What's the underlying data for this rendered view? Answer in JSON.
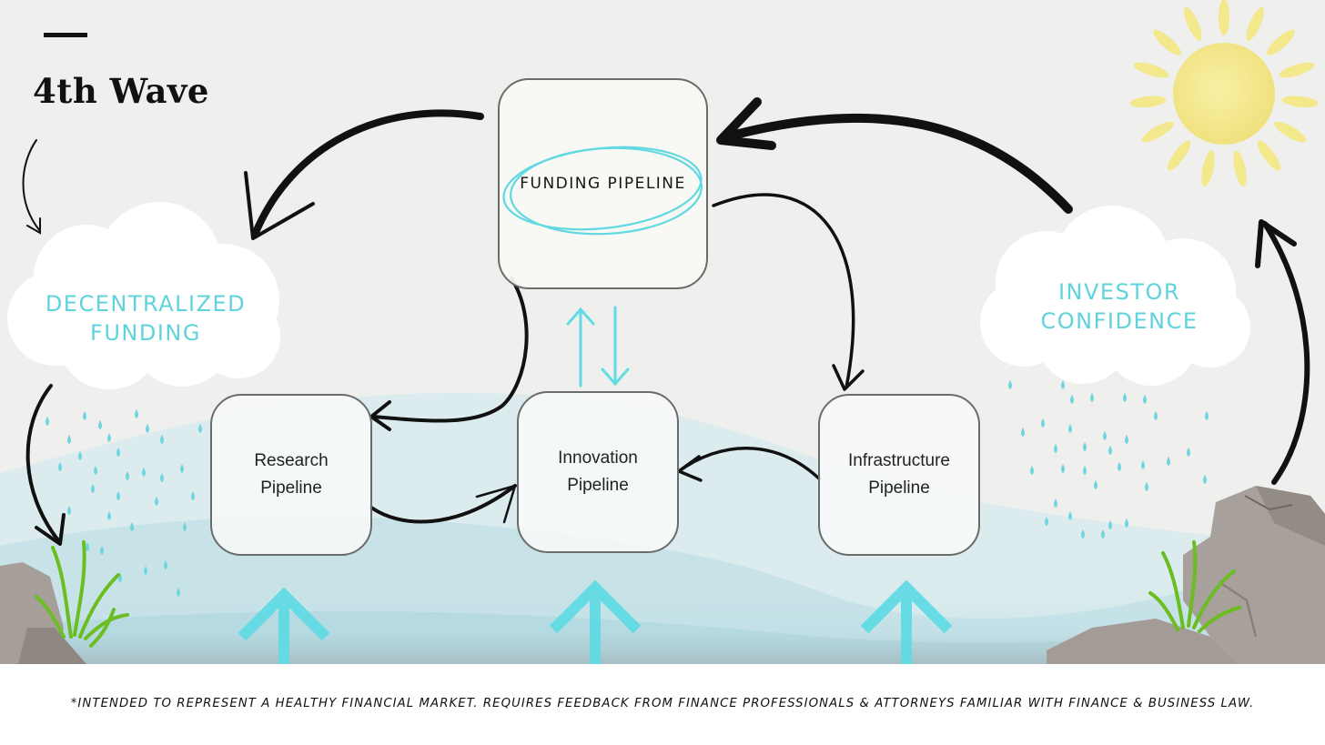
{
  "title": "4th Wave",
  "clouds": {
    "decentralized": [
      "DECENTRALIZED",
      "FUNDING"
    ],
    "investor": [
      "INVESTOR",
      "CONFIDENCE"
    ]
  },
  "pipelines": {
    "funding": "FUNDING PIPELINE",
    "research": [
      "Research",
      "Pipeline"
    ],
    "innovation": [
      "Innovation",
      "Pipeline"
    ],
    "infrastructure": [
      "Infrastructure",
      "Pipeline"
    ]
  },
  "footnote": "*INTENDED TO REPRESENT A HEALTHY FINANCIAL MARKET.  REQUIRES FEEDBACK FROM FINANCE PROFESSIONALS & ATTORNEYS FAMILIAR WITH FINANCE  & BUSINESS LAW.",
  "colors": {
    "accent": "#5fd3dc",
    "sun": "#f3e88c",
    "water": "#bfe1e6",
    "rock": "#a59e99",
    "grass": "#7cc62a",
    "arrow": "#111111",
    "box_border": "#6b6b6b"
  },
  "icons": [
    "sun-icon",
    "cloud-icon",
    "raindrop-icon",
    "rock-icon",
    "grass-icon",
    "up-arrow-icon"
  ]
}
